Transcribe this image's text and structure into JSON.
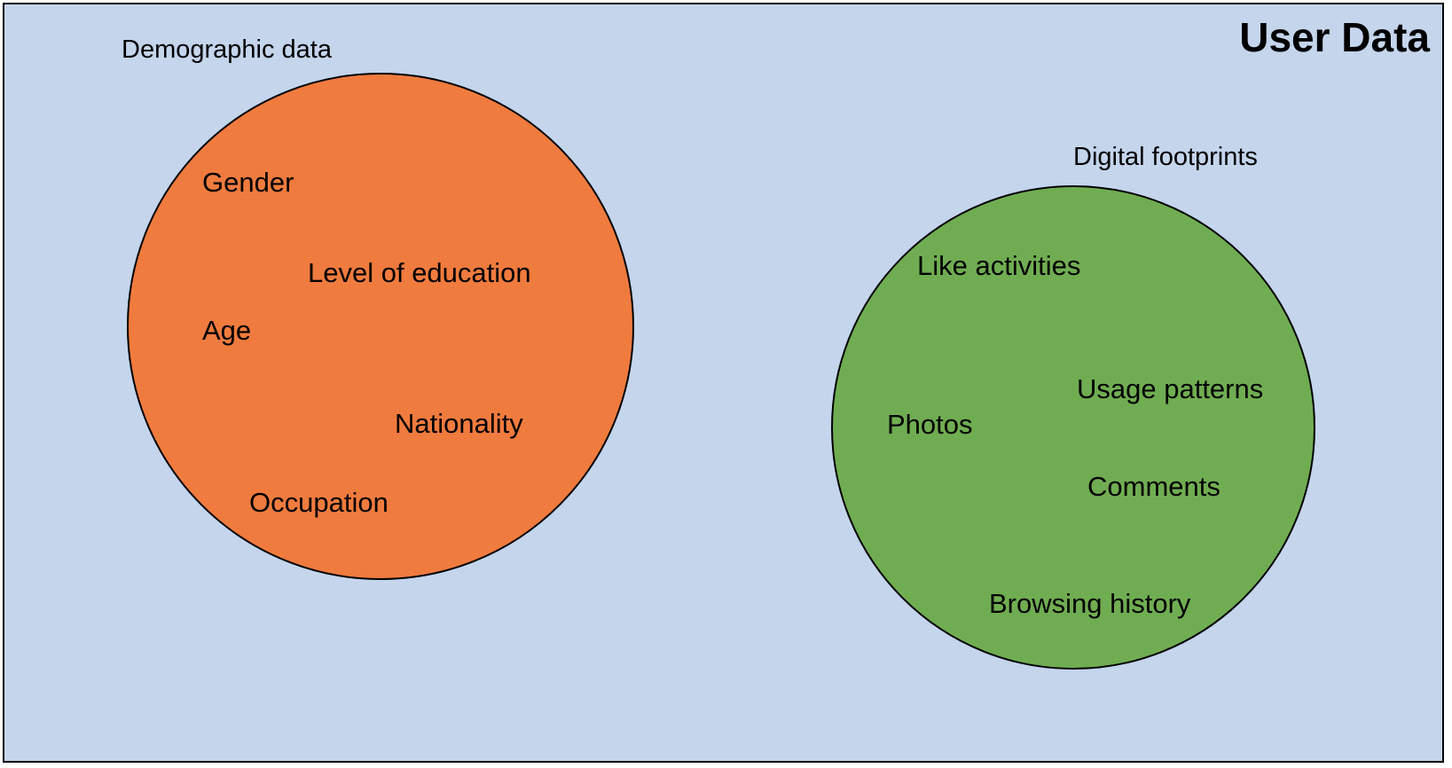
{
  "title": "User Data",
  "colors": {
    "background": "#c4d5ec",
    "demographic_fill": "#f07b3e",
    "footprints_fill": "#70ad52",
    "outline": "#000000"
  },
  "groups": {
    "demographic": {
      "label": "Demographic data",
      "items": [
        "Gender",
        "Level of education",
        "Age",
        "Nationality",
        "Occupation"
      ]
    },
    "footprints": {
      "label": "Digital footprints",
      "items": [
        "Like activities",
        "Usage patterns",
        "Photos",
        "Comments",
        "Browsing history"
      ]
    }
  }
}
